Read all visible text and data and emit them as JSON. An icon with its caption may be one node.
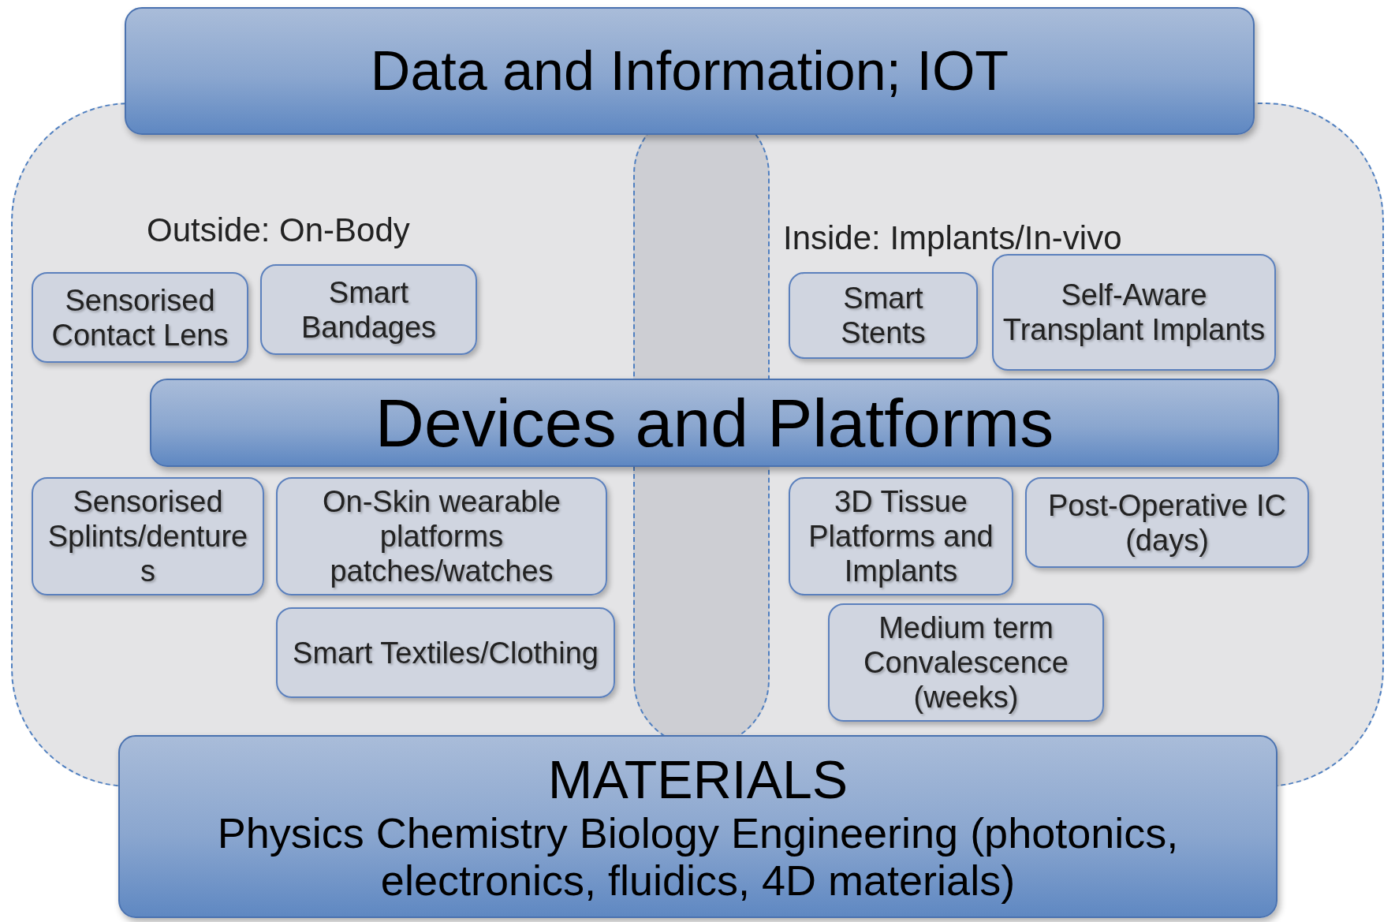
{
  "diagram": {
    "nodes": [
      {
        "text": [
          "Data and Information; IOT"
        ]
      },
      {
        "text": [
          "Sensorised Contact Lens"
        ]
      },
      {
        "text": [
          "Smart Bandages"
        ]
      },
      {
        "text": [
          "On-Skin wearable platforms patches/watches"
        ]
      },
      {
        "text": [
          "Sensorised Splints/denture s"
        ]
      },
      {
        "text": [
          "Smart Textiles/Clothing"
        ]
      },
      {
        "text": [
          "Smart Stents"
        ]
      },
      {
        "text": [
          "Self-Aware Transplant Implants"
        ]
      },
      {
        "text": [
          "3D Tissue Platforms and Implants"
        ]
      },
      {
        "text": [
          "Post-Operative IC (days)"
        ]
      },
      {
        "text": [
          "Medium term Convalescence (weeks)"
        ]
      },
      {
        "text": [
          "Devices and Platforms"
        ]
      },
      {
        "text": [
          "MATERIALS",
          "Physics Chemistry Biology Engineering (photonics, electronics, fluidics, 4D materials)"
        ]
      }
    ],
    "labels": [
      "Outside: On-Body",
      "Inside: Implants/In-vivo"
    ]
  }
}
